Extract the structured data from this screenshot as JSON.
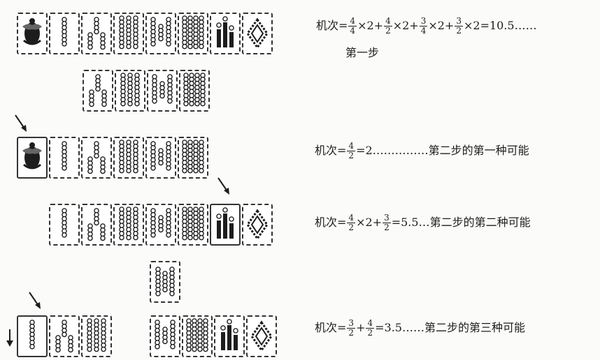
{
  "formulas": [
    {
      "terms": [
        {
          "t": "text",
          "v": "机次="
        },
        {
          "t": "frac",
          "n": "4",
          "d": "4"
        },
        {
          "t": "text",
          "v": "×2+"
        },
        {
          "t": "frac",
          "n": "4",
          "d": "2"
        },
        {
          "t": "text",
          "v": "×2+"
        },
        {
          "t": "frac",
          "n": "3",
          "d": "4"
        },
        {
          "t": "text",
          "v": "×2+"
        },
        {
          "t": "frac",
          "n": "3",
          "d": "2"
        },
        {
          "t": "text",
          "v": "×2=10.5……"
        }
      ],
      "label": "第一步"
    },
    {
      "terms": [
        {
          "t": "text",
          "v": "机次="
        },
        {
          "t": "frac",
          "n": "4",
          "d": "2"
        },
        {
          "t": "text",
          "v": "=2……………"
        }
      ],
      "label": "第二步的第一种可能"
    },
    {
      "terms": [
        {
          "t": "text",
          "v": "机次="
        },
        {
          "t": "frac",
          "n": "4",
          "d": "2"
        },
        {
          "t": "text",
          "v": "×2+"
        },
        {
          "t": "frac",
          "n": "3",
          "d": "2"
        },
        {
          "t": "text",
          "v": "=5.5…"
        }
      ],
      "label": "第二步的第二种可能"
    },
    {
      "terms": [
        {
          "t": "text",
          "v": "机次="
        },
        {
          "t": "frac",
          "n": "3",
          "d": "2"
        },
        {
          "t": "text",
          "v": "+"
        },
        {
          "t": "frac",
          "n": "4",
          "d": "2"
        },
        {
          "t": "text",
          "v": "=3.5……"
        }
      ],
      "label": "第二步的第三种可能"
    }
  ],
  "tile_rows": [
    {
      "tiles": [
        "bird",
        "s1",
        "b6",
        "s5",
        "s8",
        "b8",
        "s9",
        "b5"
      ]
    },
    {
      "tiles": [
        "b6",
        "s5",
        "s8",
        "b8"
      ]
    },
    {
      "tiles": [
        "bird",
        "s1",
        "b6",
        "s5",
        "s8",
        "b8"
      ],
      "arrow_on": 0
    },
    {
      "tiles": [
        "s1",
        "b6",
        "s5",
        "s8",
        "b8",
        "s9",
        "b5"
      ],
      "arrow_on": 5
    },
    {
      "tiles": [
        "b3"
      ]
    },
    {
      "tiles": [
        "s1",
        "b6",
        "s5",
        "s8",
        "b8",
        "s9",
        "b5"
      ],
      "arrow_on": 0
    }
  ],
  "colors": {
    "ink": "#1d1d1d",
    "tile_border": "#333333",
    "background": "#fbfbf9"
  }
}
